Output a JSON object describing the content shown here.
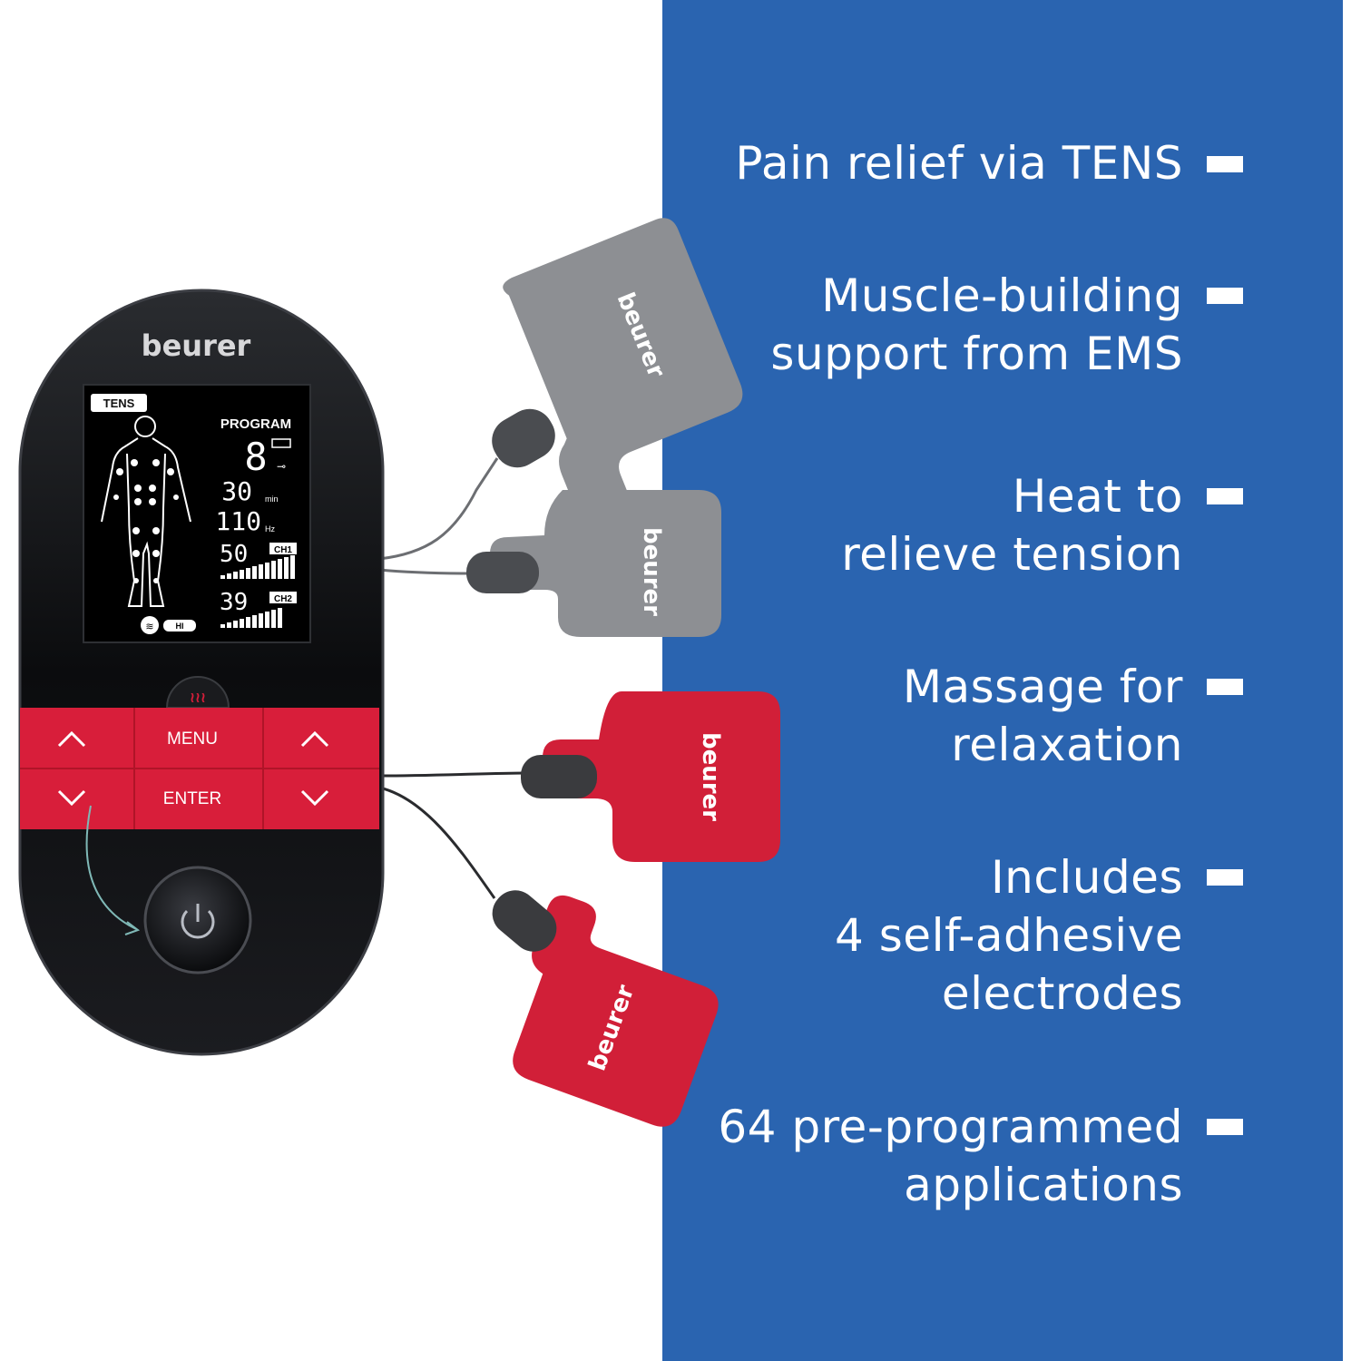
{
  "brand": "beurer",
  "device": {
    "mode_badge": "TENS",
    "program_label": "PROGRAM",
    "program_number": "8",
    "time_value": "30",
    "time_unit": "min",
    "frequency_value": "110",
    "frequency_unit": "Hz",
    "channel1_value": "50",
    "channel1_label": "CH1",
    "channel2_value": "39",
    "channel2_label": "CH2",
    "heat_level": "HI",
    "buttons": {
      "menu": "MENU",
      "enter": "ENTER"
    }
  },
  "features": [
    {
      "lines": [
        "Pain relief via TENS"
      ]
    },
    {
      "lines": [
        "Muscle-building",
        "support from EMS"
      ]
    },
    {
      "lines": [
        "Heat to",
        "relieve tension"
      ]
    },
    {
      "lines": [
        "Massage for",
        "relaxation"
      ]
    },
    {
      "lines": [
        "Includes",
        "4 self-adhesive",
        "electrodes"
      ]
    },
    {
      "lines": [
        "64 pre-programmed",
        "applications"
      ]
    }
  ],
  "colors": {
    "panel_blue": "#2a64b0",
    "device_black": "#0d0e10",
    "button_red": "#d81e3a",
    "pad_gray": "#8a8c90",
    "pad_red": "#d11f38"
  }
}
